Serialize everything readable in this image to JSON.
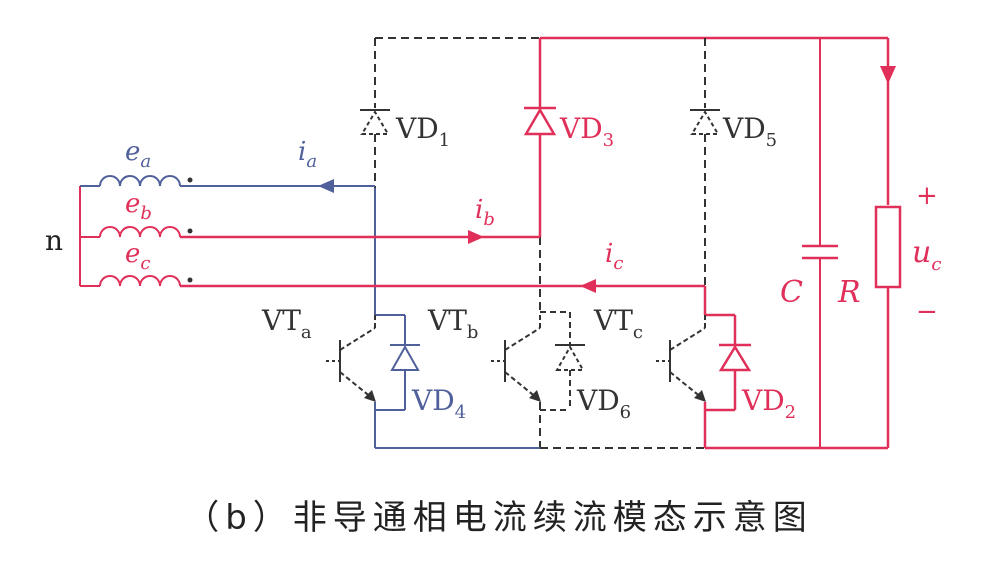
{
  "colors": {
    "red": "#e0305a",
    "blue": "#50609a",
    "black": "#333333",
    "gray": "#666666"
  },
  "labels": {
    "neutral": "n",
    "emf_a": "e",
    "emf_a_sub": "a",
    "emf_b": "e",
    "emf_b_sub": "b",
    "emf_c": "e",
    "emf_c_sub": "c",
    "current_a": "i",
    "current_a_sub": "a",
    "current_b": "i",
    "current_b_sub": "b",
    "current_c": "i",
    "current_c_sub": "c",
    "vd1": "VD",
    "vd1_sub": "1",
    "vd3": "VD",
    "vd3_sub": "3",
    "vd5": "VD",
    "vd5_sub": "5",
    "vd4": "VD",
    "vd4_sub": "4",
    "vd6": "VD",
    "vd6_sub": "6",
    "vd2": "VD",
    "vd2_sub": "2",
    "vta": "VT",
    "vta_sub": "a",
    "vtb": "VT",
    "vtb_sub": "b",
    "vtc": "VT",
    "vtc_sub": "c",
    "capacitor": "C",
    "resistor": "R",
    "voltage": "u",
    "voltage_sub": "c",
    "plus": "+",
    "minus": "−"
  },
  "caption": "（b）非导通相电流续流模态示意图"
}
